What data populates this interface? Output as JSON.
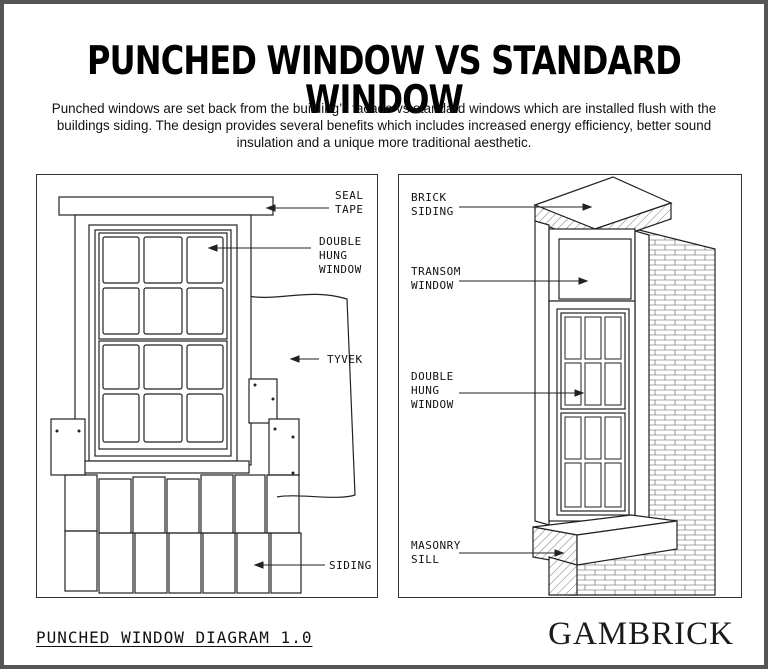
{
  "title": "PUNCHED WINDOW VS STANDARD WINDOW",
  "subtitle": "Punched windows are set back from the building’s facade vs standard windows which are installed flush with the buildings siding. The design provides several benefits which includes increased energy efficiency, better sound insulation and a unique more traditional aesthetic.",
  "left_panel": {
    "labels": {
      "seal_tape_1": "SEAL",
      "seal_tape_2": "TAPE",
      "double_hung_1": "DOUBLE",
      "double_hung_2": "HUNG",
      "double_hung_3": "WINDOW",
      "tyvek": "TYVEK",
      "siding": "SIDING"
    }
  },
  "right_panel": {
    "labels": {
      "brick_siding_1": "BRICK",
      "brick_siding_2": "SIDING",
      "transom_1": "TRANSOM",
      "transom_2": "WINDOW",
      "double_hung_1": "DOUBLE",
      "double_hung_2": "HUNG",
      "double_hung_3": "WINDOW",
      "masonry_sill_1": "MASONRY",
      "masonry_sill_2": "SILL"
    }
  },
  "footer": {
    "caption": "PUNCHED WINDOW DIAGRAM 1.0",
    "brand": "GAMBRICK"
  },
  "colors": {
    "line": "#222222",
    "frame": "#555555"
  }
}
